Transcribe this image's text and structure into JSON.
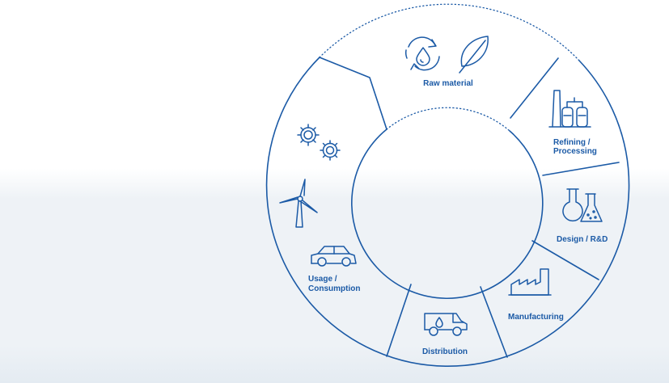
{
  "diagram": {
    "stages": {
      "raw_material": "Raw material",
      "refining_line1": "Refining /",
      "refining_line2": "Processing",
      "design": "Design / R&D",
      "manufacturing": "Manufacturing",
      "distribution": "Distribution",
      "usage_line1": "Usage /",
      "usage_line2": "Consumption"
    },
    "icons": {
      "raw_material": [
        "recycle-water-drop-icon",
        "leaf-icon"
      ],
      "refining": "refinery-icon",
      "design": "lab-flasks-icon",
      "manufacturing": "factory-icon",
      "distribution": "delivery-van-icon",
      "usage": [
        "gears-icon",
        "wind-turbine-icon",
        "car-icon"
      ]
    },
    "colors": {
      "stroke": "#1b5aa6",
      "background": "#ffffff",
      "band": "#eef2f6"
    }
  }
}
